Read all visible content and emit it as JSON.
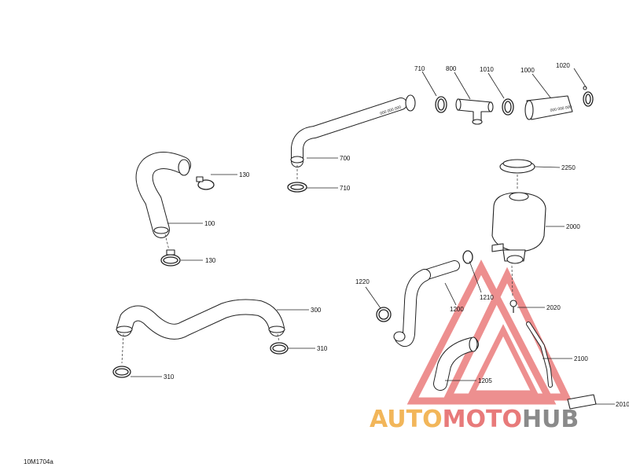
{
  "diagram": {
    "reference_code": "10M1704a",
    "callouts": {
      "c710_top": "710",
      "c800": "800",
      "c1010": "1010",
      "c1000": "1000",
      "c1020": "1020",
      "c700": "700",
      "c710_bottom": "710",
      "c2250": "2250",
      "c130_top": "130",
      "c100": "100",
      "c130_bottom": "130",
      "c2000": "2000",
      "c1220": "1220",
      "c1210": "1210",
      "c1200": "1200",
      "c2020": "2020",
      "c300": "300",
      "c310_right": "310",
      "c310_left": "310",
      "c2100": "2100",
      "c1205": "1205",
      "c2010": "2010"
    }
  },
  "watermark": {
    "part1": "AUTO",
    "part2": "MOTO",
    "part3": "HUB",
    "color_orange": "#f2b65a",
    "color_red": "#e04848",
    "color_gray": "#8a8a8a"
  }
}
